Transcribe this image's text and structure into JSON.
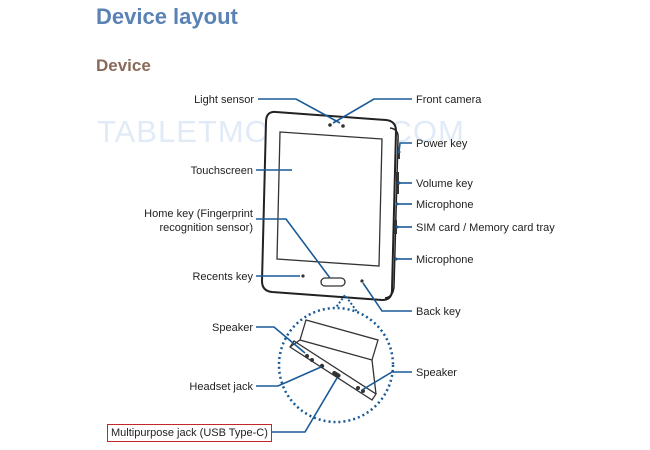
{
  "header": {
    "title": "Device layout",
    "subtitle": "Device"
  },
  "watermark": "TABLETMONKEYS.COM",
  "labels": {
    "light_sensor": "Light sensor",
    "front_camera": "Front camera",
    "power_key": "Power key",
    "touchscreen": "Touchscreen",
    "volume_key": "Volume key",
    "microphone_top": "Microphone",
    "home_key_line1": "Home key (Fingerprint",
    "home_key_line2": "recognition sensor)",
    "sim_tray": "SIM card / Memory card tray",
    "microphone_bottom": "Microphone",
    "recents_key": "Recents key",
    "back_key": "Back key",
    "speaker_left": "Speaker",
    "headset_jack": "Headset jack",
    "speaker_right": "Speaker",
    "multipurpose_jack": "Multipurpose jack (USB Type-C)"
  },
  "colors": {
    "title": "#5b82b5",
    "subtitle": "#8a6a5a",
    "callout": "#1a5a96",
    "highlight": "#c0282e"
  }
}
